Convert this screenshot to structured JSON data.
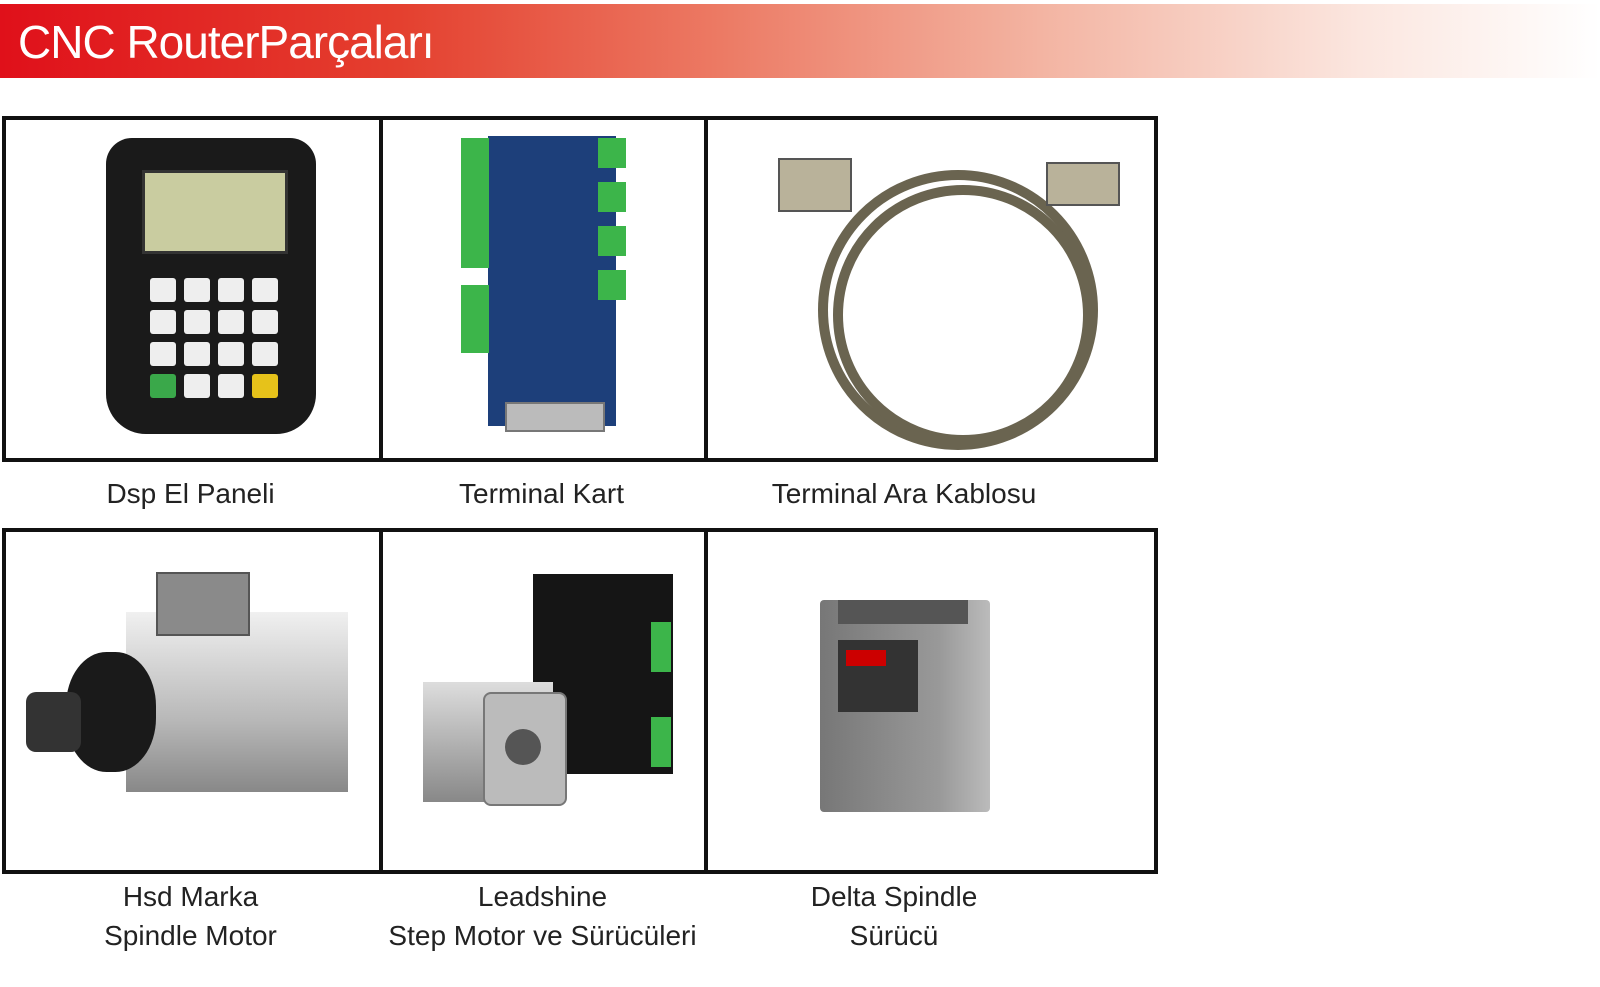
{
  "header": {
    "title": "CNC RouterParçaları",
    "color_start": "#e0101a"
  },
  "products": [
    {
      "caption_lines": [
        "Dsp El Paneli"
      ],
      "image": "dsp-pendant"
    },
    {
      "caption_lines": [
        "Terminal Kart"
      ],
      "image": "terminal-board"
    },
    {
      "caption_lines": [
        "Terminal Ara Kablosu"
      ],
      "image": "terminal-cable"
    },
    {
      "caption_lines": [
        "Hsd Marka",
        "Spindle Motor"
      ],
      "image": "spindle-motor"
    },
    {
      "caption_lines": [
        "Leadshine",
        "Step Motor ve Sürücüleri"
      ],
      "image": "stepper-driver"
    },
    {
      "caption_lines": [
        "Delta Spindle",
        "Sürücü"
      ],
      "image": "vfd-drive"
    }
  ]
}
